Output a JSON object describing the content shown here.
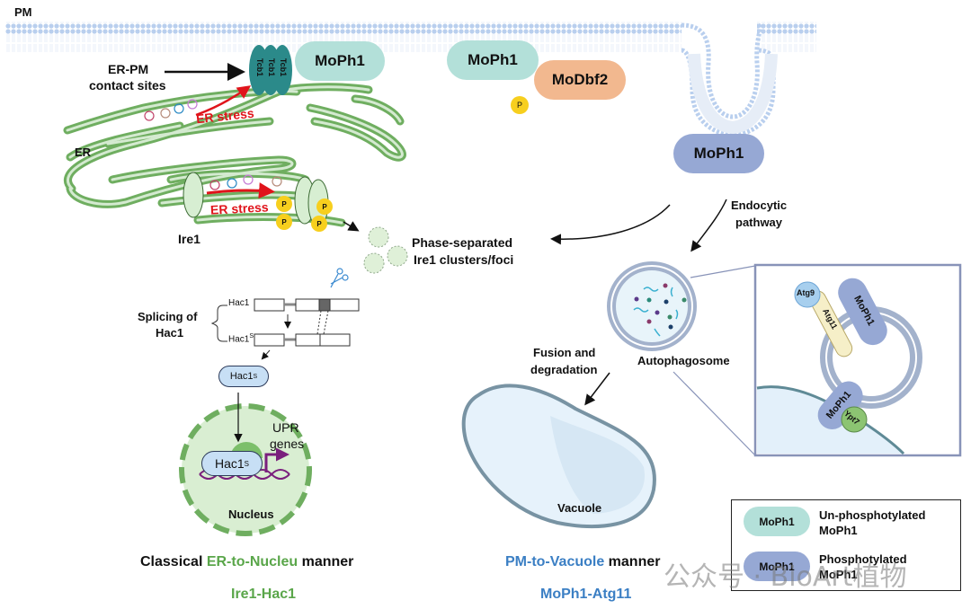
{
  "labels": {
    "pm": "PM",
    "er": "ER",
    "er_pm_line1": "ER-PM",
    "er_pm_line2": "contact sites",
    "tcb1": "Tcb1",
    "moph1": "MoPh1",
    "modbf2": "MoDbf2",
    "phospho": "P",
    "er_stress": "ER stress",
    "ire1": "Ire1",
    "phase_line1": "Phase-separated",
    "phase_line2": "Ire1 clusters/foci",
    "endocytic_line1": "Endocytic",
    "endocytic_line2": "pathway",
    "splicing_line1": "Splicing of",
    "splicing_line2": "Hac1",
    "hac1": "Hac1",
    "hac1s": "Hac1",
    "hac1s_sup": "S",
    "upr_line1": "UPR",
    "upr_line2": "genes",
    "nucleus": "Nucleus",
    "autophagosome": "Autophagosome",
    "fusion_line1": "Fusion and",
    "fusion_line2": "degradation",
    "vacuole": "Vacuole",
    "atg9": "Atg9",
    "atg11": "Atg11",
    "ypt7": "Ypt7"
  },
  "captions": {
    "left_prefix": "Classical ",
    "left_highlight": "ER-to-Nucleu",
    "left_suffix": " manner",
    "left_sub": "Ire1-Hac1",
    "right_highlight": "PM-to-Vacuole",
    "right_suffix": " manner",
    "right_sub": "MoPh1-Atg11"
  },
  "legend": {
    "items": [
      {
        "chip": "MoPh1",
        "line1": "Un-phosphotylated",
        "line2": "MoPh1",
        "color": "#b3e0d9"
      },
      {
        "chip": "MoPh1",
        "line1": "Phosphotylated",
        "line2": "MoPh1",
        "color": "#96a8d4"
      }
    ]
  },
  "watermark": "公众号 · BioArt植物",
  "colors": {
    "unphospho": "#b3e0d9",
    "phospho_moph1": "#96a8d4",
    "tcb1": "#2b8a8a",
    "modbf2": "#f2b88f",
    "er_membrane": "#6fae60",
    "p_ball": "#f7cf1e",
    "stress_red": "#e0141b",
    "membrane_blue": "#b9cfee",
    "green_caption": "#5aa64a",
    "blue_caption": "#3b7fc4"
  }
}
